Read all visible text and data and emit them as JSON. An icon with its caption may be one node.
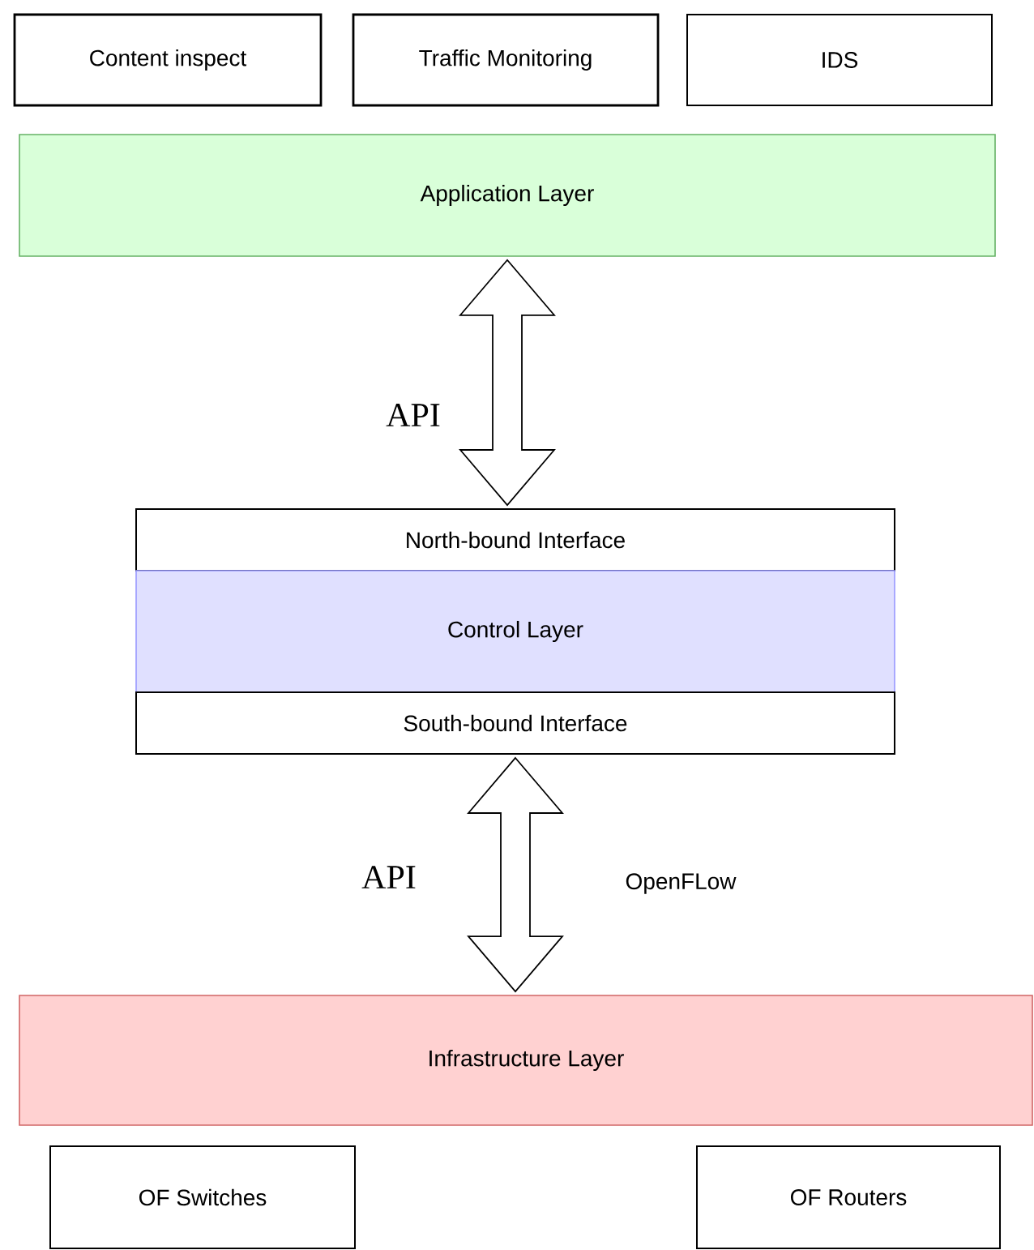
{
  "diagram": {
    "nodes": [
      {
        "text": [
          "Content inspect"
        ]
      },
      {
        "text": [
          "Traffic Monitoring"
        ]
      },
      {
        "text": [
          "IDS"
        ]
      },
      {
        "text": [
          "Application Layer"
        ]
      },
      {
        "text": [
          "North-bound Interface"
        ]
      },
      {
        "text": [
          "Control Layer"
        ]
      },
      {
        "text": [
          "South-bound Interface"
        ]
      },
      {
        "text": [
          "Infrastructure Layer"
        ]
      },
      {
        "text": [
          "OF Switches"
        ]
      },
      {
        "text": [
          "OF Routers"
        ]
      }
    ],
    "edges": [
      {
        "from": 3,
        "to": 4,
        "arrow": "both",
        "label": "API"
      },
      {
        "from": 6,
        "to": 7,
        "arrow": "both",
        "label": "API"
      }
    ],
    "labels": [
      "OpenFLow"
    ]
  }
}
